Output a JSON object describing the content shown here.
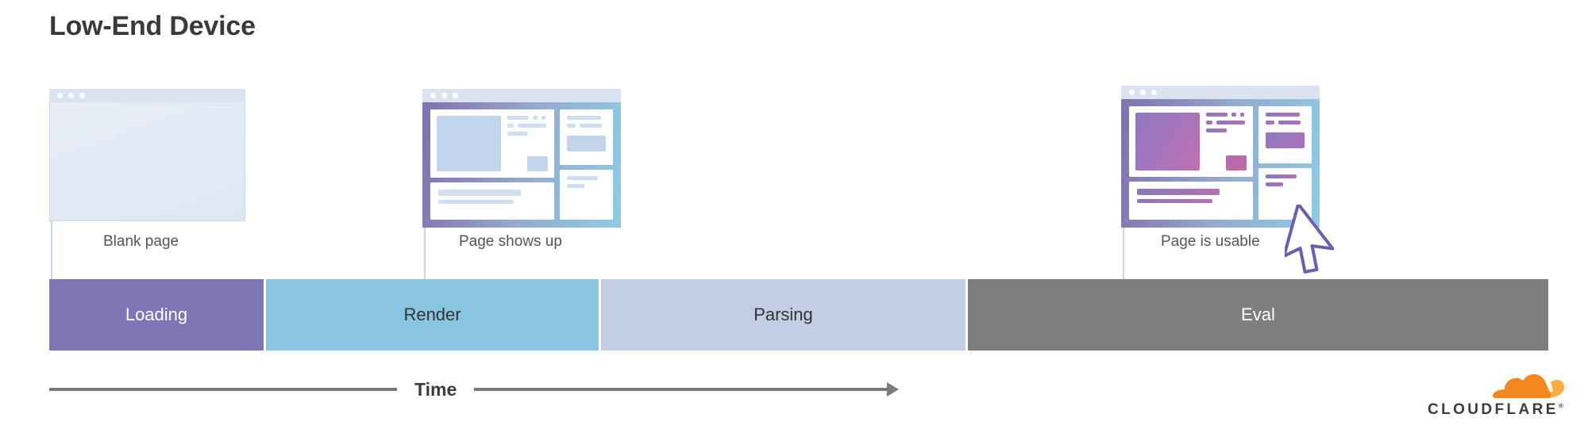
{
  "page": {
    "title": "Low-End Device",
    "background": "#ffffff"
  },
  "milestones": [
    {
      "id": "blank-page",
      "caption": "Blank page",
      "state": "blank",
      "window_title_dots": 3
    },
    {
      "id": "page-shows-up",
      "caption": "Page shows up",
      "state": "rendered",
      "window_title_dots": 3
    },
    {
      "id": "page-is-usable",
      "caption": "Page is usable",
      "state": "usable",
      "window_title_dots": 3,
      "cursor_icon": "mouse-pointer-icon"
    }
  ],
  "timeline": {
    "segments": [
      {
        "label": "Loading",
        "color": "#7f76b5",
        "text_color": "#ffffff",
        "width_pct": 14.3
      },
      {
        "label": "Render",
        "color": "#87c5e1",
        "text_color": "#333333",
        "width_pct": 22.2
      },
      {
        "label": "Parsing",
        "color": "#c3cee6",
        "text_color": "#333333",
        "width_pct": 24.3
      },
      {
        "label": "Eval",
        "color": "#7e7e7e",
        "text_color": "#ffffff",
        "width_pct": 39.2
      }
    ]
  },
  "axis": {
    "label": "Time",
    "line_color": "#7a7a7a",
    "arrow_icon": "arrow-right-icon"
  },
  "branding": {
    "name": "CLOUDFLARE",
    "trademark": "®",
    "logo_icon": "cloudflare-cloud-icon",
    "cloud_color": "#f4881f",
    "cloud_accent": "#fbad41",
    "wordmark_color": "#3c3c3c"
  },
  "palette": {
    "title_color": "#3a3a3a",
    "caption_color": "#555555",
    "frame_gradient_start": "#7b74ad",
    "frame_gradient_end": "#8ecbe4",
    "titlebar_color": "#dbe3f1",
    "blank_fill": "#e4eaf6",
    "connector_color": "#c5d2e8",
    "cursor_outline": "#6a5fae"
  }
}
